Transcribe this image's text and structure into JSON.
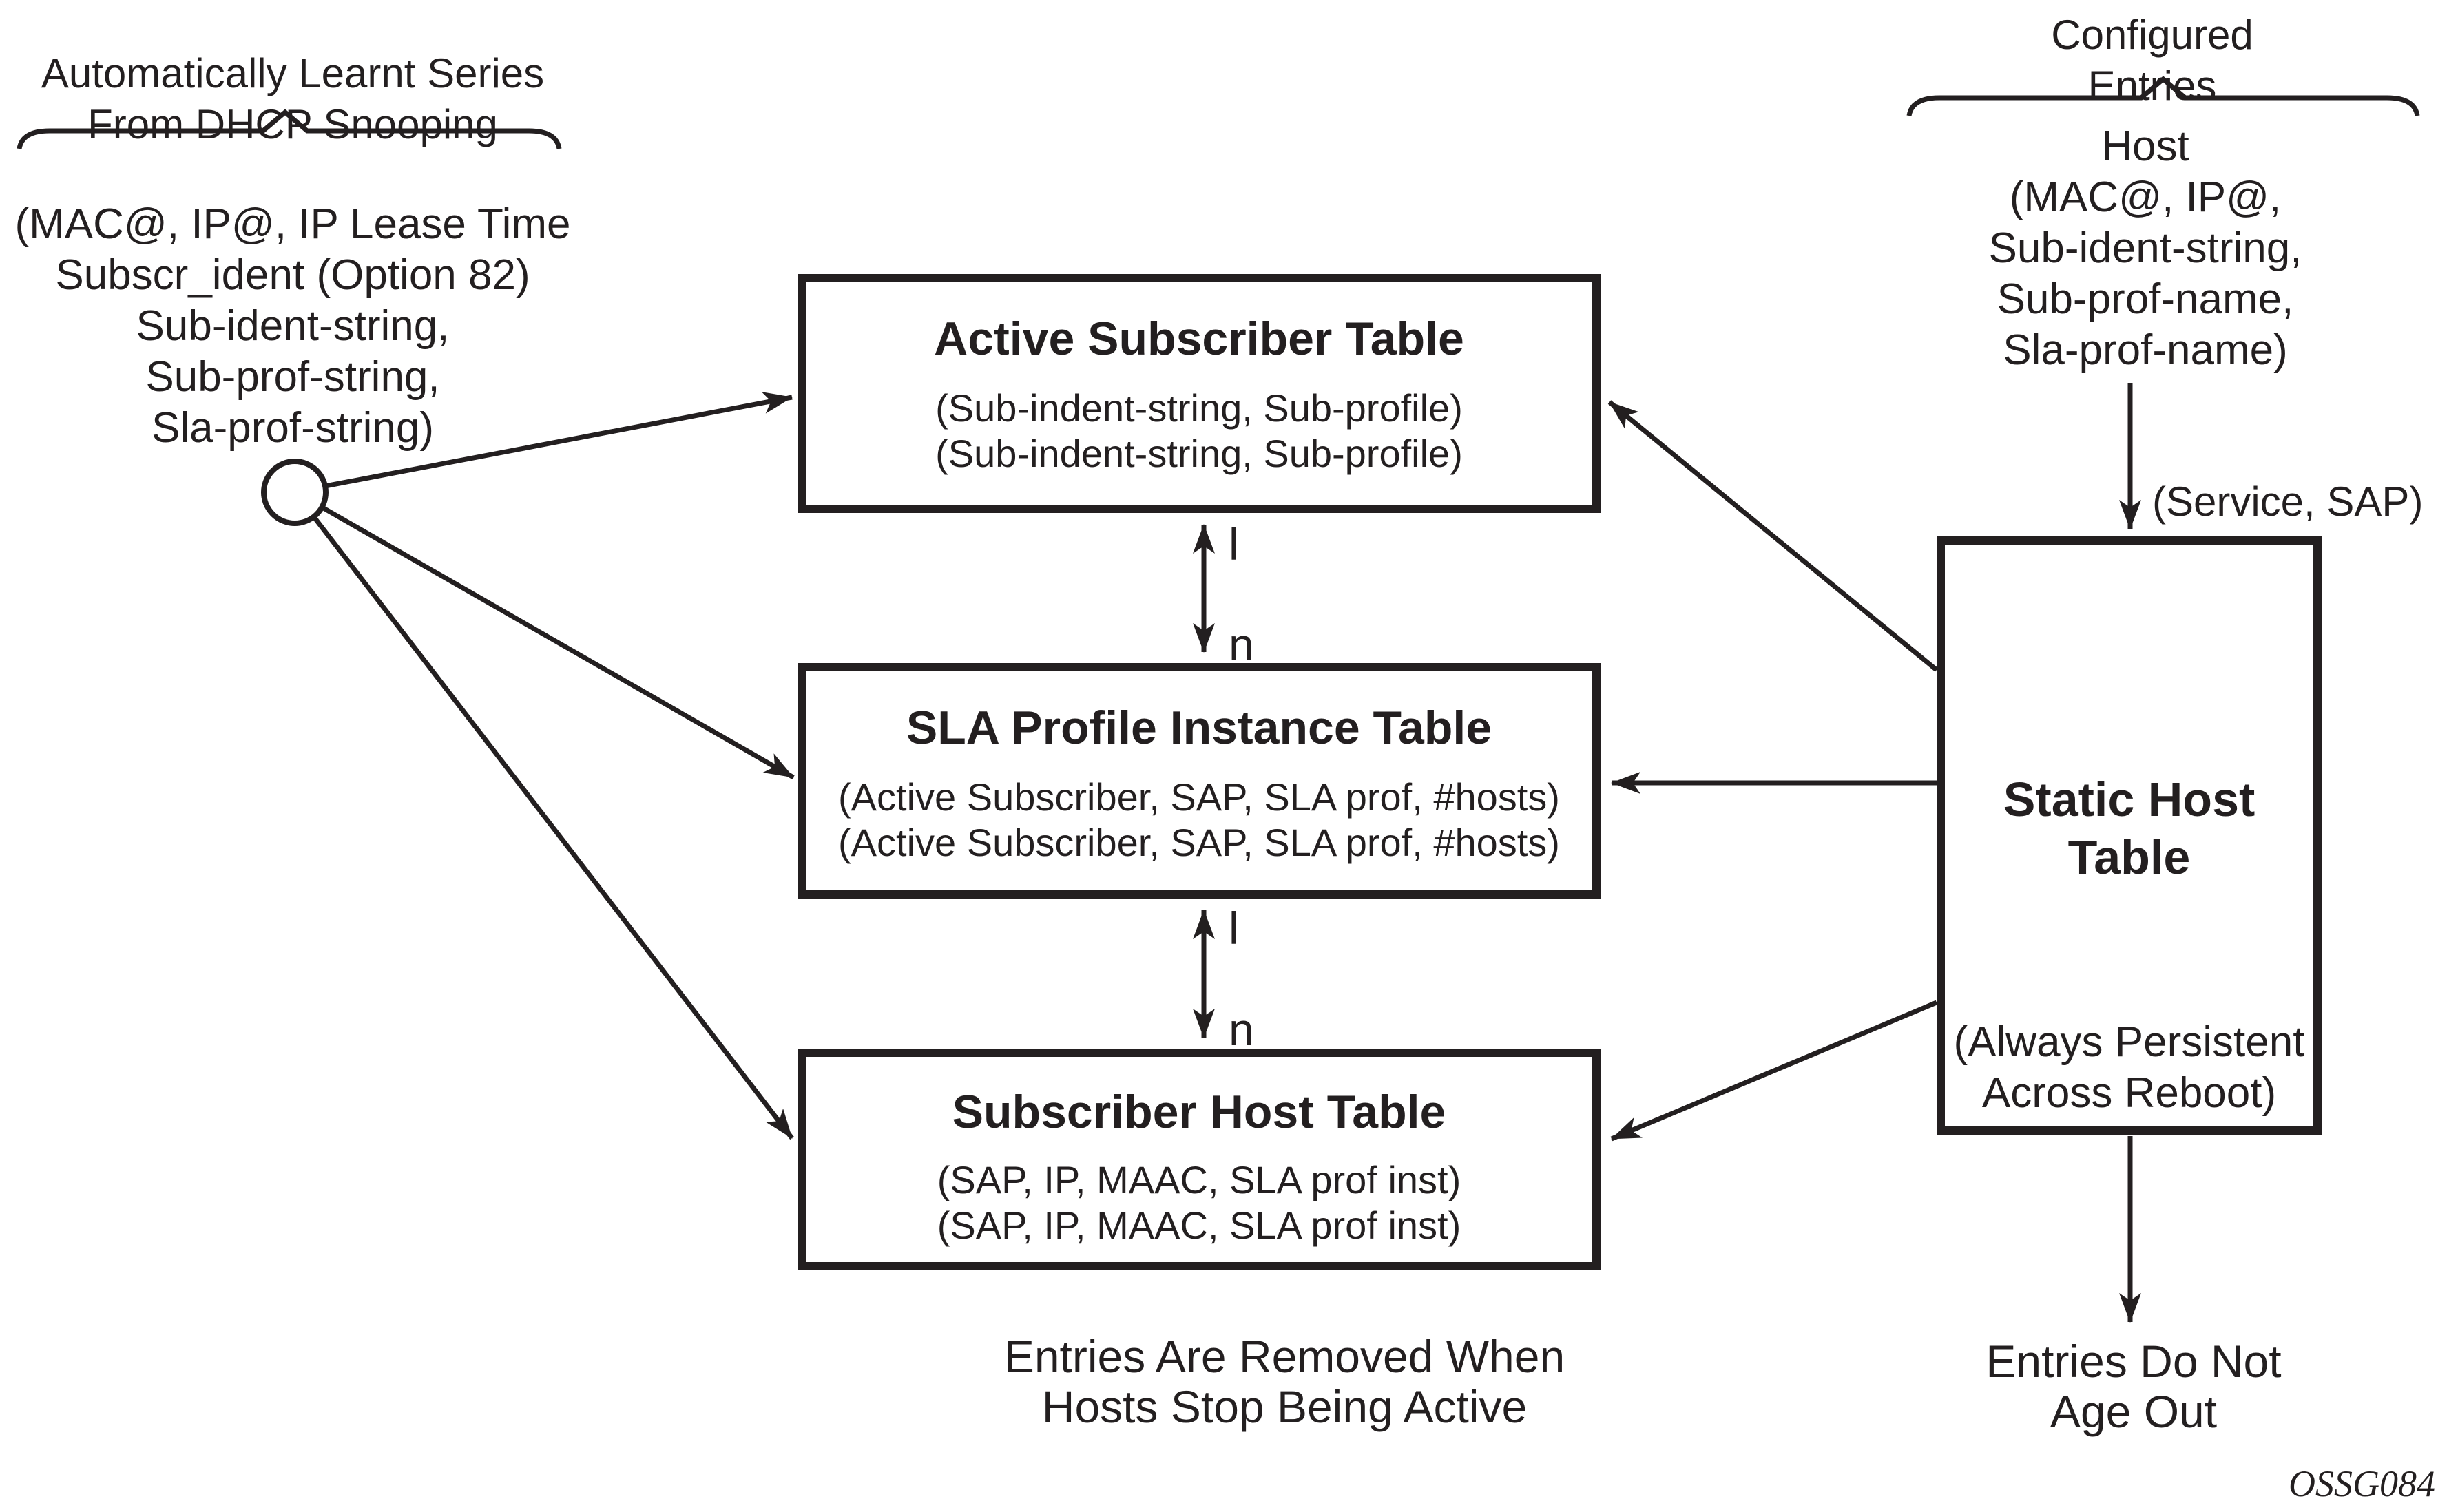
{
  "colors": {
    "ink": "#231f20",
    "background": "#ffffff"
  },
  "left_annotation": {
    "title": [
      "Automatically Learnt Series",
      "From DHCP Snooping"
    ],
    "detail": [
      "(MAC@, IP@, IP Lease Time",
      "Subscr_ident (Option 82)",
      "Sub-ident-string,",
      "Sub-prof-string,",
      "Sla-prof-string)"
    ]
  },
  "right_annotation": {
    "title": [
      "Configured",
      "Entries"
    ],
    "detail": [
      "Host",
      "(MAC@, IP@,",
      "Sub-ident-string,",
      "Sub-prof-name,",
      "Sla-prof-name)"
    ],
    "arrow_label": "(Service, SAP)"
  },
  "tables": {
    "active_subscriber": {
      "title": "Active Subscriber Table",
      "rows": [
        "(Sub-indent-string, Sub-profile)",
        "(Sub-indent-string, Sub-profile)"
      ]
    },
    "sla_profile_instance": {
      "title": "SLA Profile Instance Table",
      "rows": [
        "(Active Subscriber, SAP, SLA prof, #hosts)",
        "(Active Subscriber, SAP, SLA prof, #hosts)"
      ]
    },
    "subscriber_host": {
      "title": "Subscriber Host Table",
      "rows": [
        "(SAP, IP, MAAC, SLA prof inst)",
        "(SAP, IP, MAAC, SLA prof inst)"
      ]
    },
    "static_host": {
      "title": [
        "Static Host",
        "Table"
      ],
      "note": [
        "(Always Persistent",
        "Across Reboot)"
      ]
    }
  },
  "relations": {
    "one_label": "l",
    "many_label": "n"
  },
  "captions": {
    "dynamic_tables": [
      "Entries Are Removed When",
      "Hosts Stop Being Active"
    ],
    "static_table": [
      "Entries Do Not",
      "Age Out"
    ]
  },
  "figure_id": "OSSG084"
}
